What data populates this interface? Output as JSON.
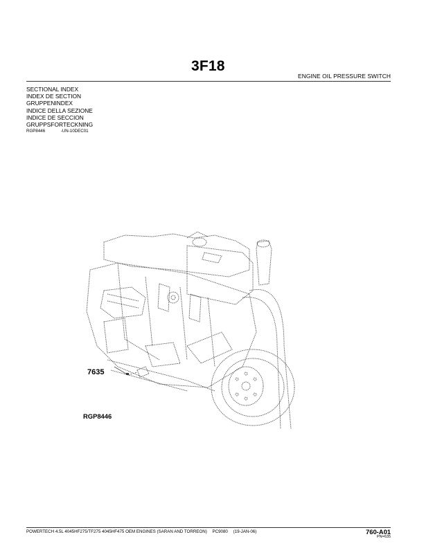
{
  "header": {
    "page_number": "3F18",
    "section_title": "ENGINE OIL PRESSURE SWITCH"
  },
  "index": {
    "lines": [
      "SECTIONAL INDEX",
      "INDEX DE SECTION",
      "GRUPPENINDEX",
      "INDICE DELLA SEZIONE",
      "INDICE DE SECCION",
      "GRUPPSFORTECKNING"
    ],
    "figure_id": "RGP8446",
    "figure_code": "-UN-10DEC01"
  },
  "illustration": {
    "callout": "7635",
    "figure_label": "RGP8446",
    "icon": "engine-line-drawing"
  },
  "footer": {
    "product": "POWERTECH 4.5L 4045HF275/TF275 4045HF475 OEM ENGINES (SARAN AND TORREON)",
    "catalog": "PC9080",
    "date": "(19-JAN-06)",
    "page_ref": "760-A01",
    "pn": "PN=635"
  }
}
